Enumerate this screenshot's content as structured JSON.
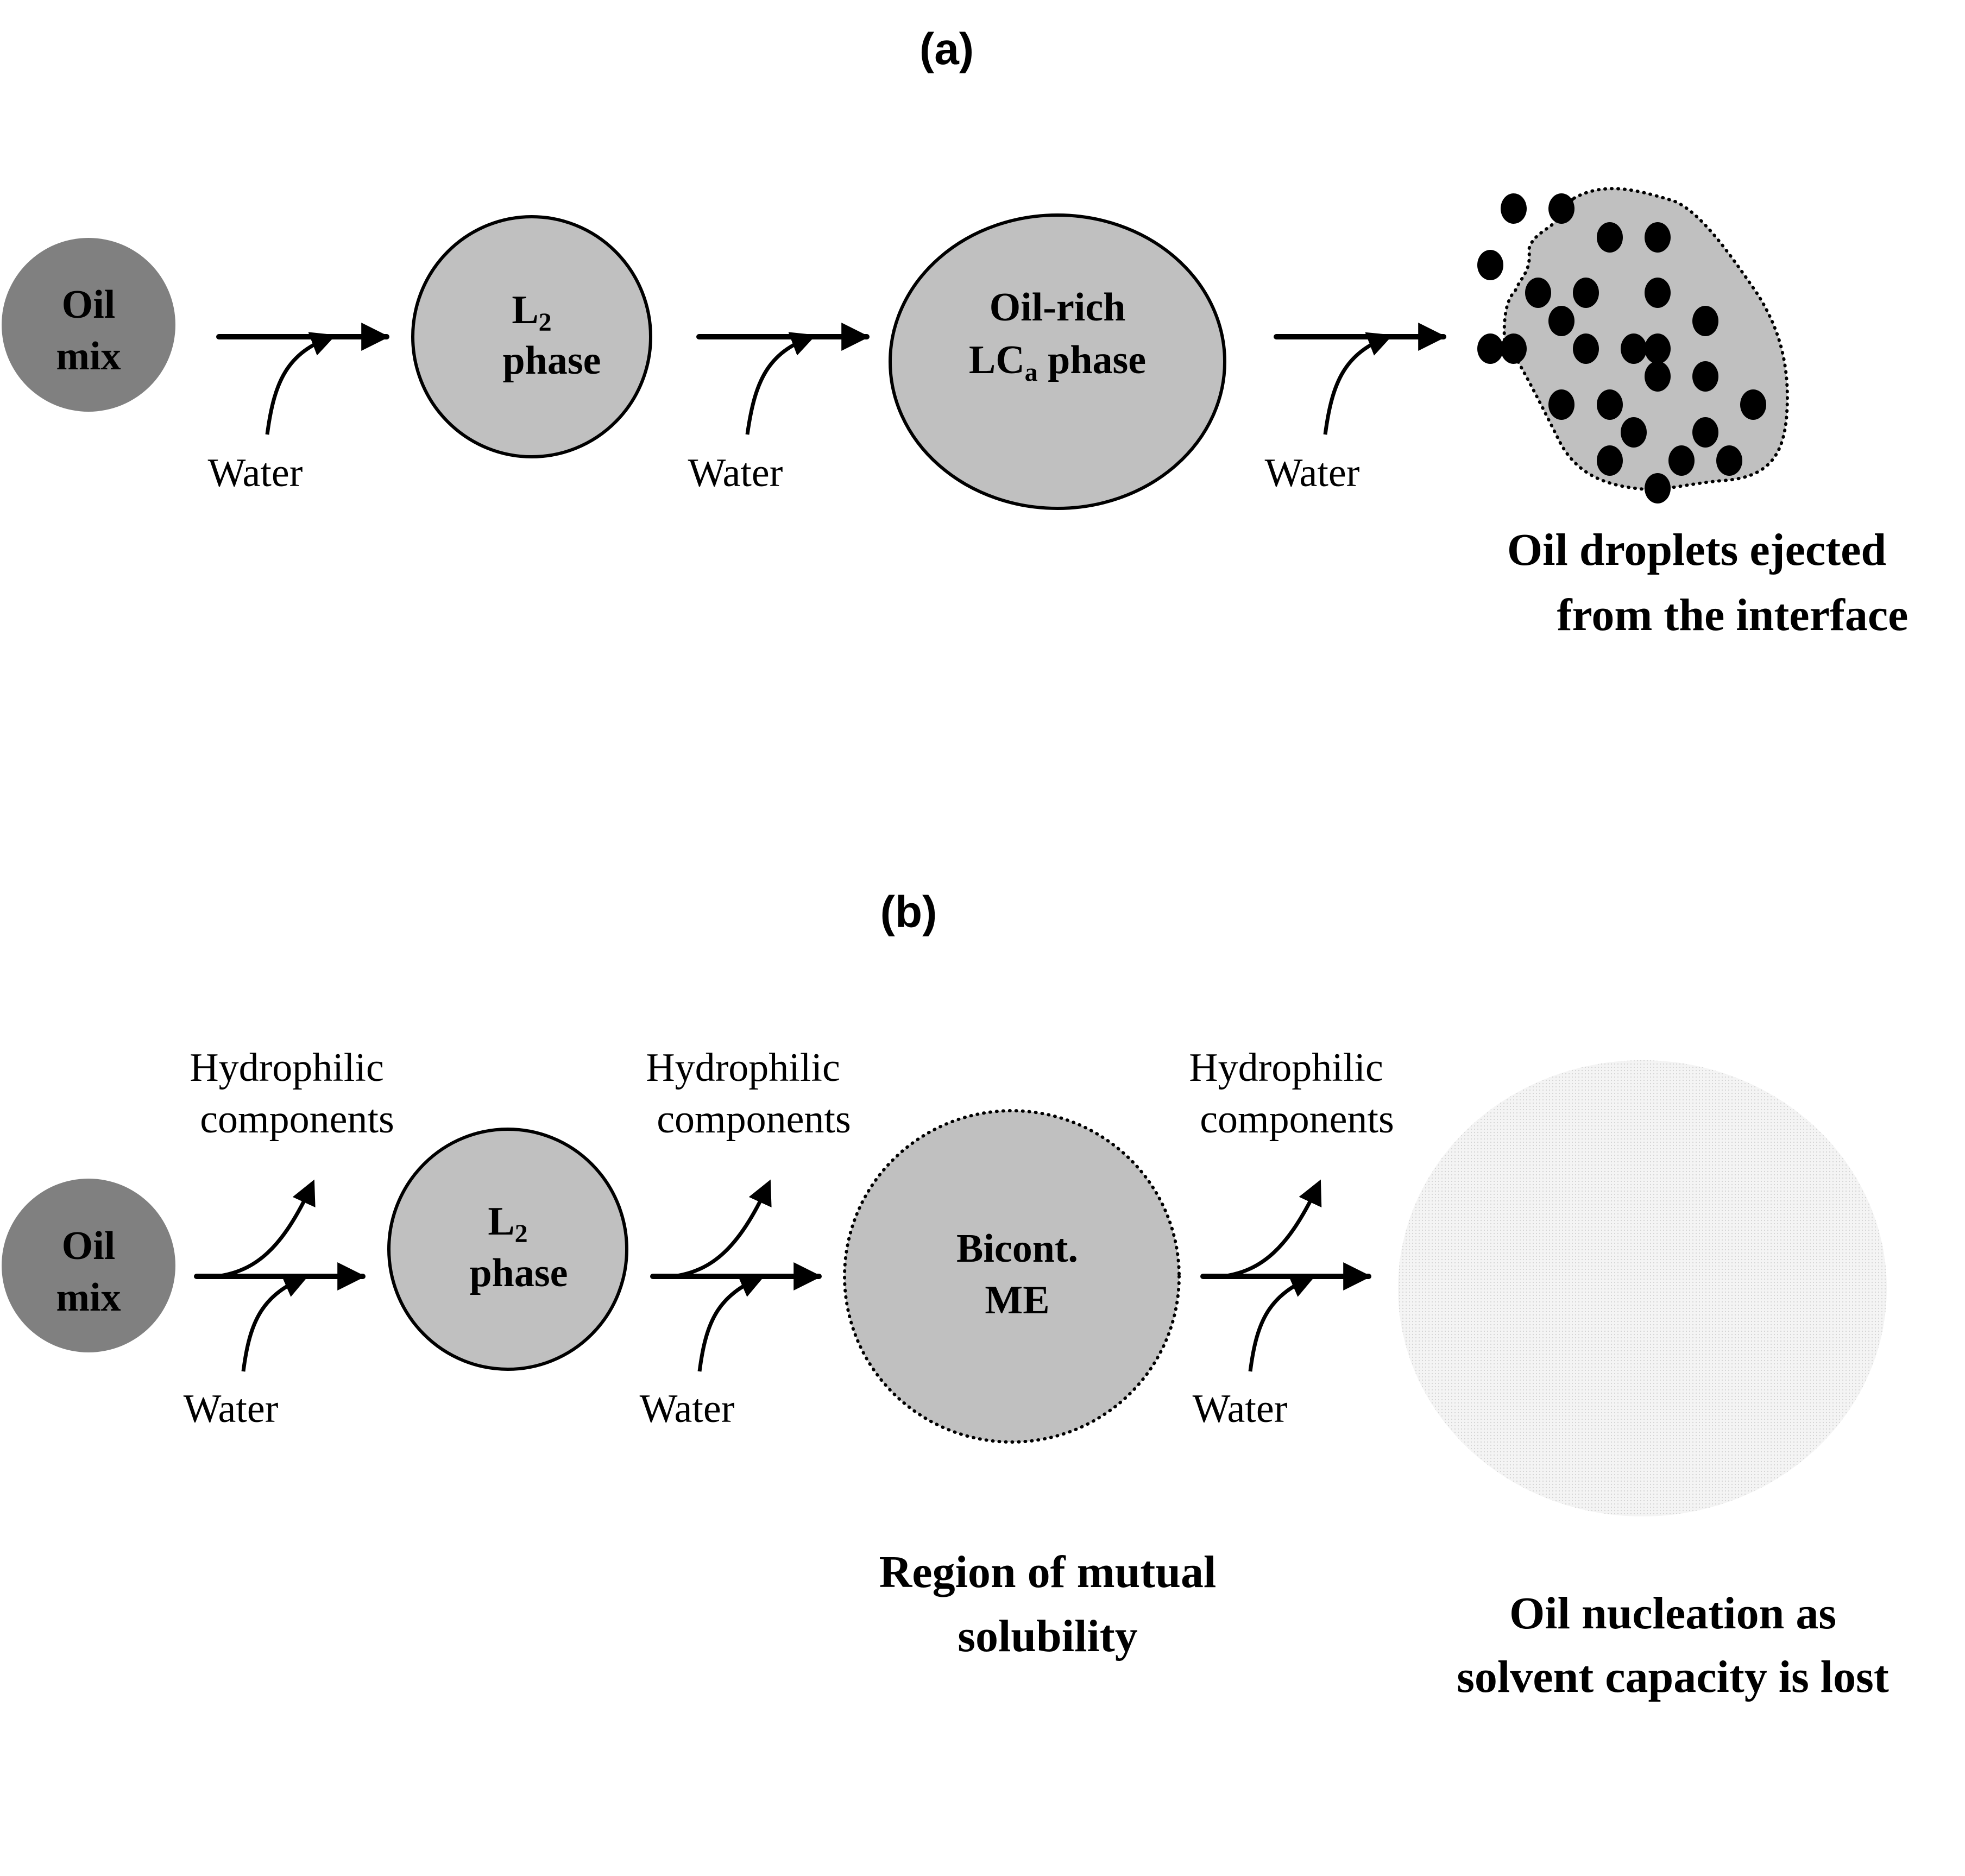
{
  "panel_a": {
    "label": "(a)",
    "nodes": {
      "oil_mix": {
        "line1": "Oil",
        "line2": "mix"
      },
      "l2_phase": {
        "line1_main": "L",
        "line1_sub": "2",
        "line2": "phase"
      },
      "lca_phase": {
        "line1": "Oil-rich",
        "line2_main": "LC",
        "line2_sub": "a",
        "line2_rest": " phase"
      }
    },
    "water_labels": [
      "Water",
      "Water",
      "Water"
    ],
    "caption": {
      "line1": "Oil droplets ejected",
      "line2": "from the interface"
    }
  },
  "panel_b": {
    "label": "(b)",
    "nodes": {
      "oil_mix": {
        "line1": "Oil",
        "line2": "mix"
      },
      "l2_phase": {
        "line1_main": "L",
        "line1_sub": "2",
        "line2": "phase"
      },
      "bicont_me": {
        "line1": "Bicont.",
        "line2": "ME"
      }
    },
    "hydrophilic_labels": [
      {
        "line1": "Hydrophilic",
        "line2": "components"
      },
      {
        "line1": "Hydrophilic",
        "line2": "components"
      },
      {
        "line1": "Hydrophilic",
        "line2": "components"
      }
    ],
    "water_labels": [
      "Water",
      "Water",
      "Water"
    ],
    "caption_mutual": {
      "line1": "Region of mutual",
      "line2": "solubility"
    },
    "caption_nucleation": {
      "line1": "Oil nucleation as",
      "line2": "solvent capacity is lost"
    }
  },
  "colors": {
    "oil_mix_fill": "#808080",
    "phase_fill": "#c0c0c0",
    "faded_fill": "#ececec",
    "stroke": "#000000"
  }
}
